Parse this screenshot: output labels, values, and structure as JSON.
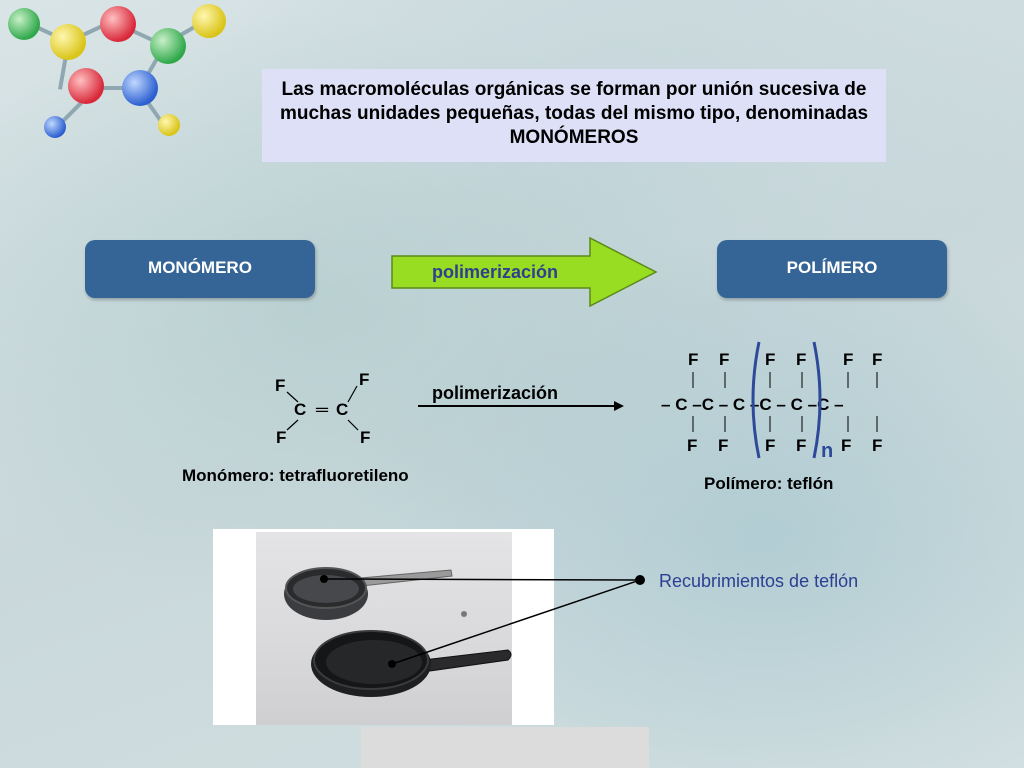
{
  "intro_text": "Las macromoléculas orgánicas se forman por unión sucesiva de muchas unidades pequeñas, todas del mismo tipo, denominadas MONÓMEROS",
  "monomer_label": "MONÓMERO",
  "polymer_label": "POLÍMERO",
  "big_arrow_label": "polimerización",
  "reaction_arrow_label": "polimerización",
  "monomer_formula": {
    "f_top_left": "F",
    "f_top_right": "F",
    "f_bottom_left": "F",
    "f_bottom_right": "F",
    "c_left": "C",
    "c_right": "C",
    "double_bond": "═"
  },
  "polymer_formula": {
    "f_top": [
      "F",
      "F",
      "F",
      "F",
      "F",
      "F"
    ],
    "f_bottom": [
      "F",
      "F",
      "F",
      "F",
      "F",
      "F"
    ],
    "carbons": [
      "C",
      "C",
      "C",
      "C",
      "C",
      "C"
    ],
    "dash": "–",
    "repeat_subscript": "n"
  },
  "monomer_caption": "Monómero: tetrafluoretileno",
  "polymer_caption": "Polímero: teflón",
  "coating_label": "Recubrimientos de teflón",
  "colors": {
    "pill_bg": "#356596",
    "arrow_fill": "#99dd22",
    "bracket_blue": "#2d4a9a",
    "label_blue": "#2e3f8f"
  }
}
